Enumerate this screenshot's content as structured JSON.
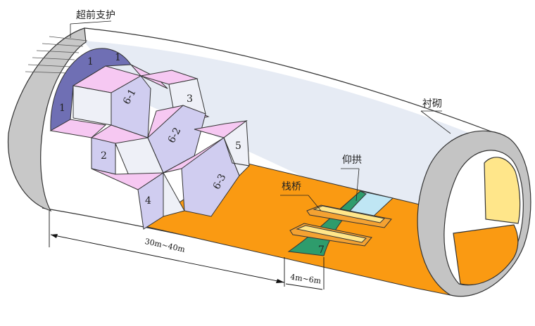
{
  "labels": {
    "advance_support": "超前支护",
    "lining": "衬砌",
    "invert": "仰拱",
    "trestle_bridge": "栈桥"
  },
  "blocks": {
    "b1_top_left": "1",
    "b1_top_right": "1",
    "b1_left": "1",
    "b2": "2",
    "b3": "3",
    "b4": "4",
    "b5": "5",
    "b6_1": "6-1",
    "b6_2": "6-2",
    "b6_3": "6-3",
    "b7": "7"
  },
  "dimensions": {
    "bench_length": "30m~40m",
    "invert_gap": "4m~6m"
  },
  "colors": {
    "tunnel_wall": "#c4c4c4",
    "tunnel_interior": "#e4eaf3",
    "floor": "#fa9a12",
    "block_pink": "#f6c8f2",
    "block_lavender": "#d0cdf0",
    "block_white": "#eef0f7",
    "arch_support": "#6f6fb4",
    "invert_green": "#2e9c6c",
    "invert_light": "#bfe6f4",
    "bridge_orange": "#f4a232",
    "bridge_yellow": "#ffe68a"
  }
}
